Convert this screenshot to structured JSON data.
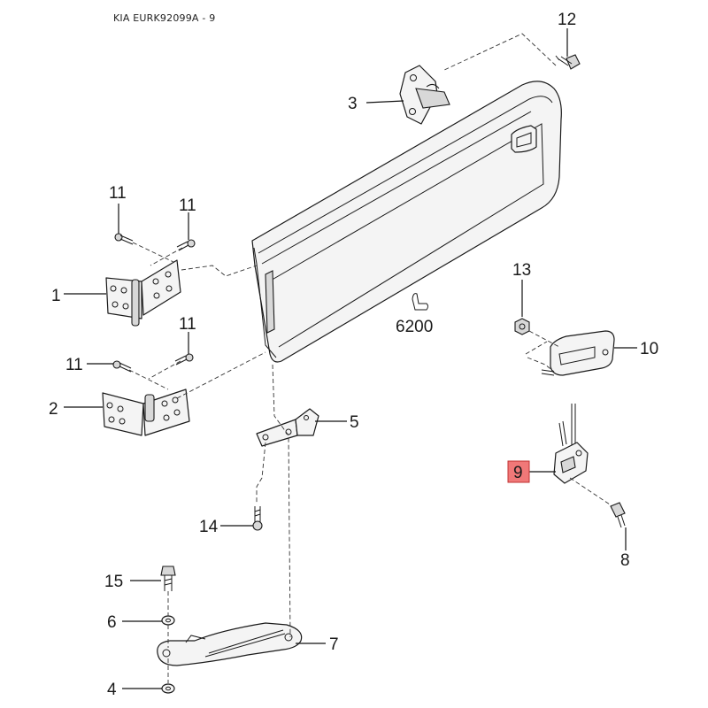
{
  "header": {
    "title": "KIA EURK92099A - 9"
  },
  "assembly_label": "6200",
  "callouts": {
    "c1": "1",
    "c2": "2",
    "c3": "3",
    "c4": "4",
    "c5": "5",
    "c6": "6",
    "c7": "7",
    "c8": "8",
    "c9": "9",
    "c10": "10",
    "c11a": "11",
    "c11b": "11",
    "c11c": "11",
    "c11d": "11",
    "c12": "12",
    "c13": "13",
    "c14": "14",
    "c15": "15"
  },
  "highlight_color": "#f07878",
  "highlighted_callout": "9"
}
